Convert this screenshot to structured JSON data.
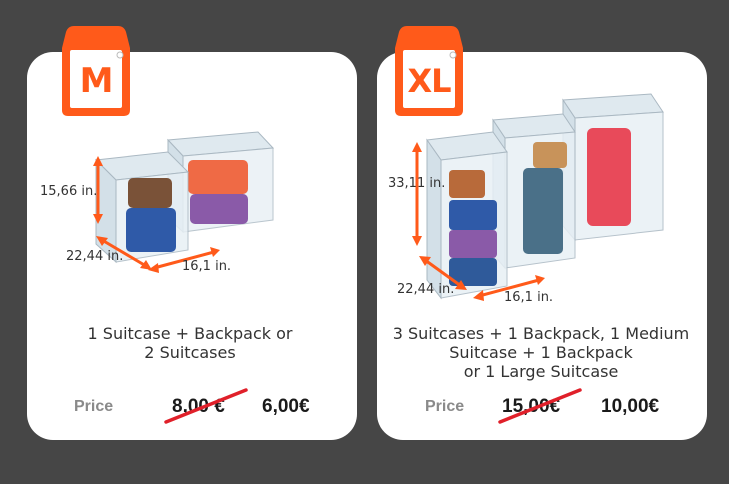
{
  "cards": [
    {
      "size": "M",
      "dimensions": {
        "height": "15,66 in.",
        "depth": "22,44 in.",
        "width": "16,1 in."
      },
      "description_lines": [
        "1 Suitcase + Backpack or",
        "2 Suitcases"
      ],
      "price_label": "Price",
      "old_price": "8,00 €",
      "new_price": "6,00€"
    },
    {
      "size": "XL",
      "dimensions": {
        "height": "33,11 in.",
        "depth": "22,44 in.",
        "width": "16,1 in."
      },
      "description_lines": [
        "3 Suitcases + 1 Backpack, 1 Medium",
        "Suitcase + 1 Backpack",
        "or 1 Large Suitcase"
      ],
      "price_label": "Price",
      "old_price": "15,00€",
      "new_price": "10,00€"
    }
  ],
  "colors": {
    "background": "#464646",
    "card": "#ffffff",
    "accent": "#ff5a1a",
    "strike": "#e0202a"
  }
}
